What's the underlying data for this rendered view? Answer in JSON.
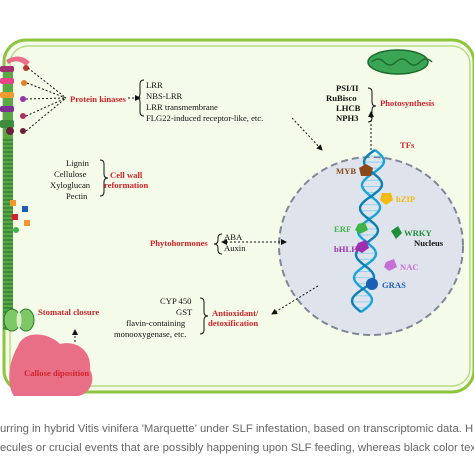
{
  "protein_kinases": {
    "title": "Protein kinases",
    "items": [
      "LRR",
      "NBS-LRR",
      "LRR transmembrane",
      "FLG22-induced receptor-like, etc."
    ]
  },
  "cell_wall": {
    "title_line1": "Cell wall",
    "title_line2": "reformation",
    "items": [
      "Lignin",
      "Cellulose",
      "Xyloglucan",
      "Pectin"
    ]
  },
  "phytohormones": {
    "title": "Phytohormones",
    "items": [
      "ABA",
      "Auxin"
    ]
  },
  "photosynthesis": {
    "title": "Photosynthesis",
    "items": [
      "PSI/II",
      "RuBisco",
      "LHCB",
      "NPH3"
    ]
  },
  "nucleus": {
    "label": "Nucleus",
    "tfs_title": "TFs",
    "tfs": [
      {
        "name": "MYB",
        "color": "#8b4a1c"
      },
      {
        "name": "bZIP",
        "color": "#f2b90f"
      },
      {
        "name": "ERF",
        "color": "#3fb44a"
      },
      {
        "name": "WRKY",
        "color": "#1f8f3a"
      },
      {
        "name": "bHLH",
        "color": "#9b2fb0"
      },
      {
        "name": "NAC",
        "color": "#c46fd6"
      },
      {
        "name": "GRAS",
        "color": "#1b5fb4"
      }
    ]
  },
  "antioxidant": {
    "title_line1": "Antioxidant/",
    "title_line2": "detoxification",
    "items": [
      "CYP 450",
      "GST",
      "flavin-containing",
      "monooxygenase, etc."
    ]
  },
  "stomatal": {
    "title": "Stomatal closure"
  },
  "callose": {
    "title": "Callose diposition"
  },
  "caption": {
    "line1": "urring in hybrid Vitis vinifera 'Marquette' under SLF infestation, based on transcriptomic data. H",
    "line2": "ecules or crucial events that are possibly happening upon SLF feeding, whereas black color tex"
  },
  "colors": {
    "cell_fill": "#f4fbe9",
    "cell_border": "#8cc63e",
    "nucleus_fill": "#dfe3ec",
    "accent_red": "#d2232a",
    "membrane_green": "#2e8b3a",
    "callose_pink": "#e86f86",
    "chloroplast": "#3aa655"
  }
}
